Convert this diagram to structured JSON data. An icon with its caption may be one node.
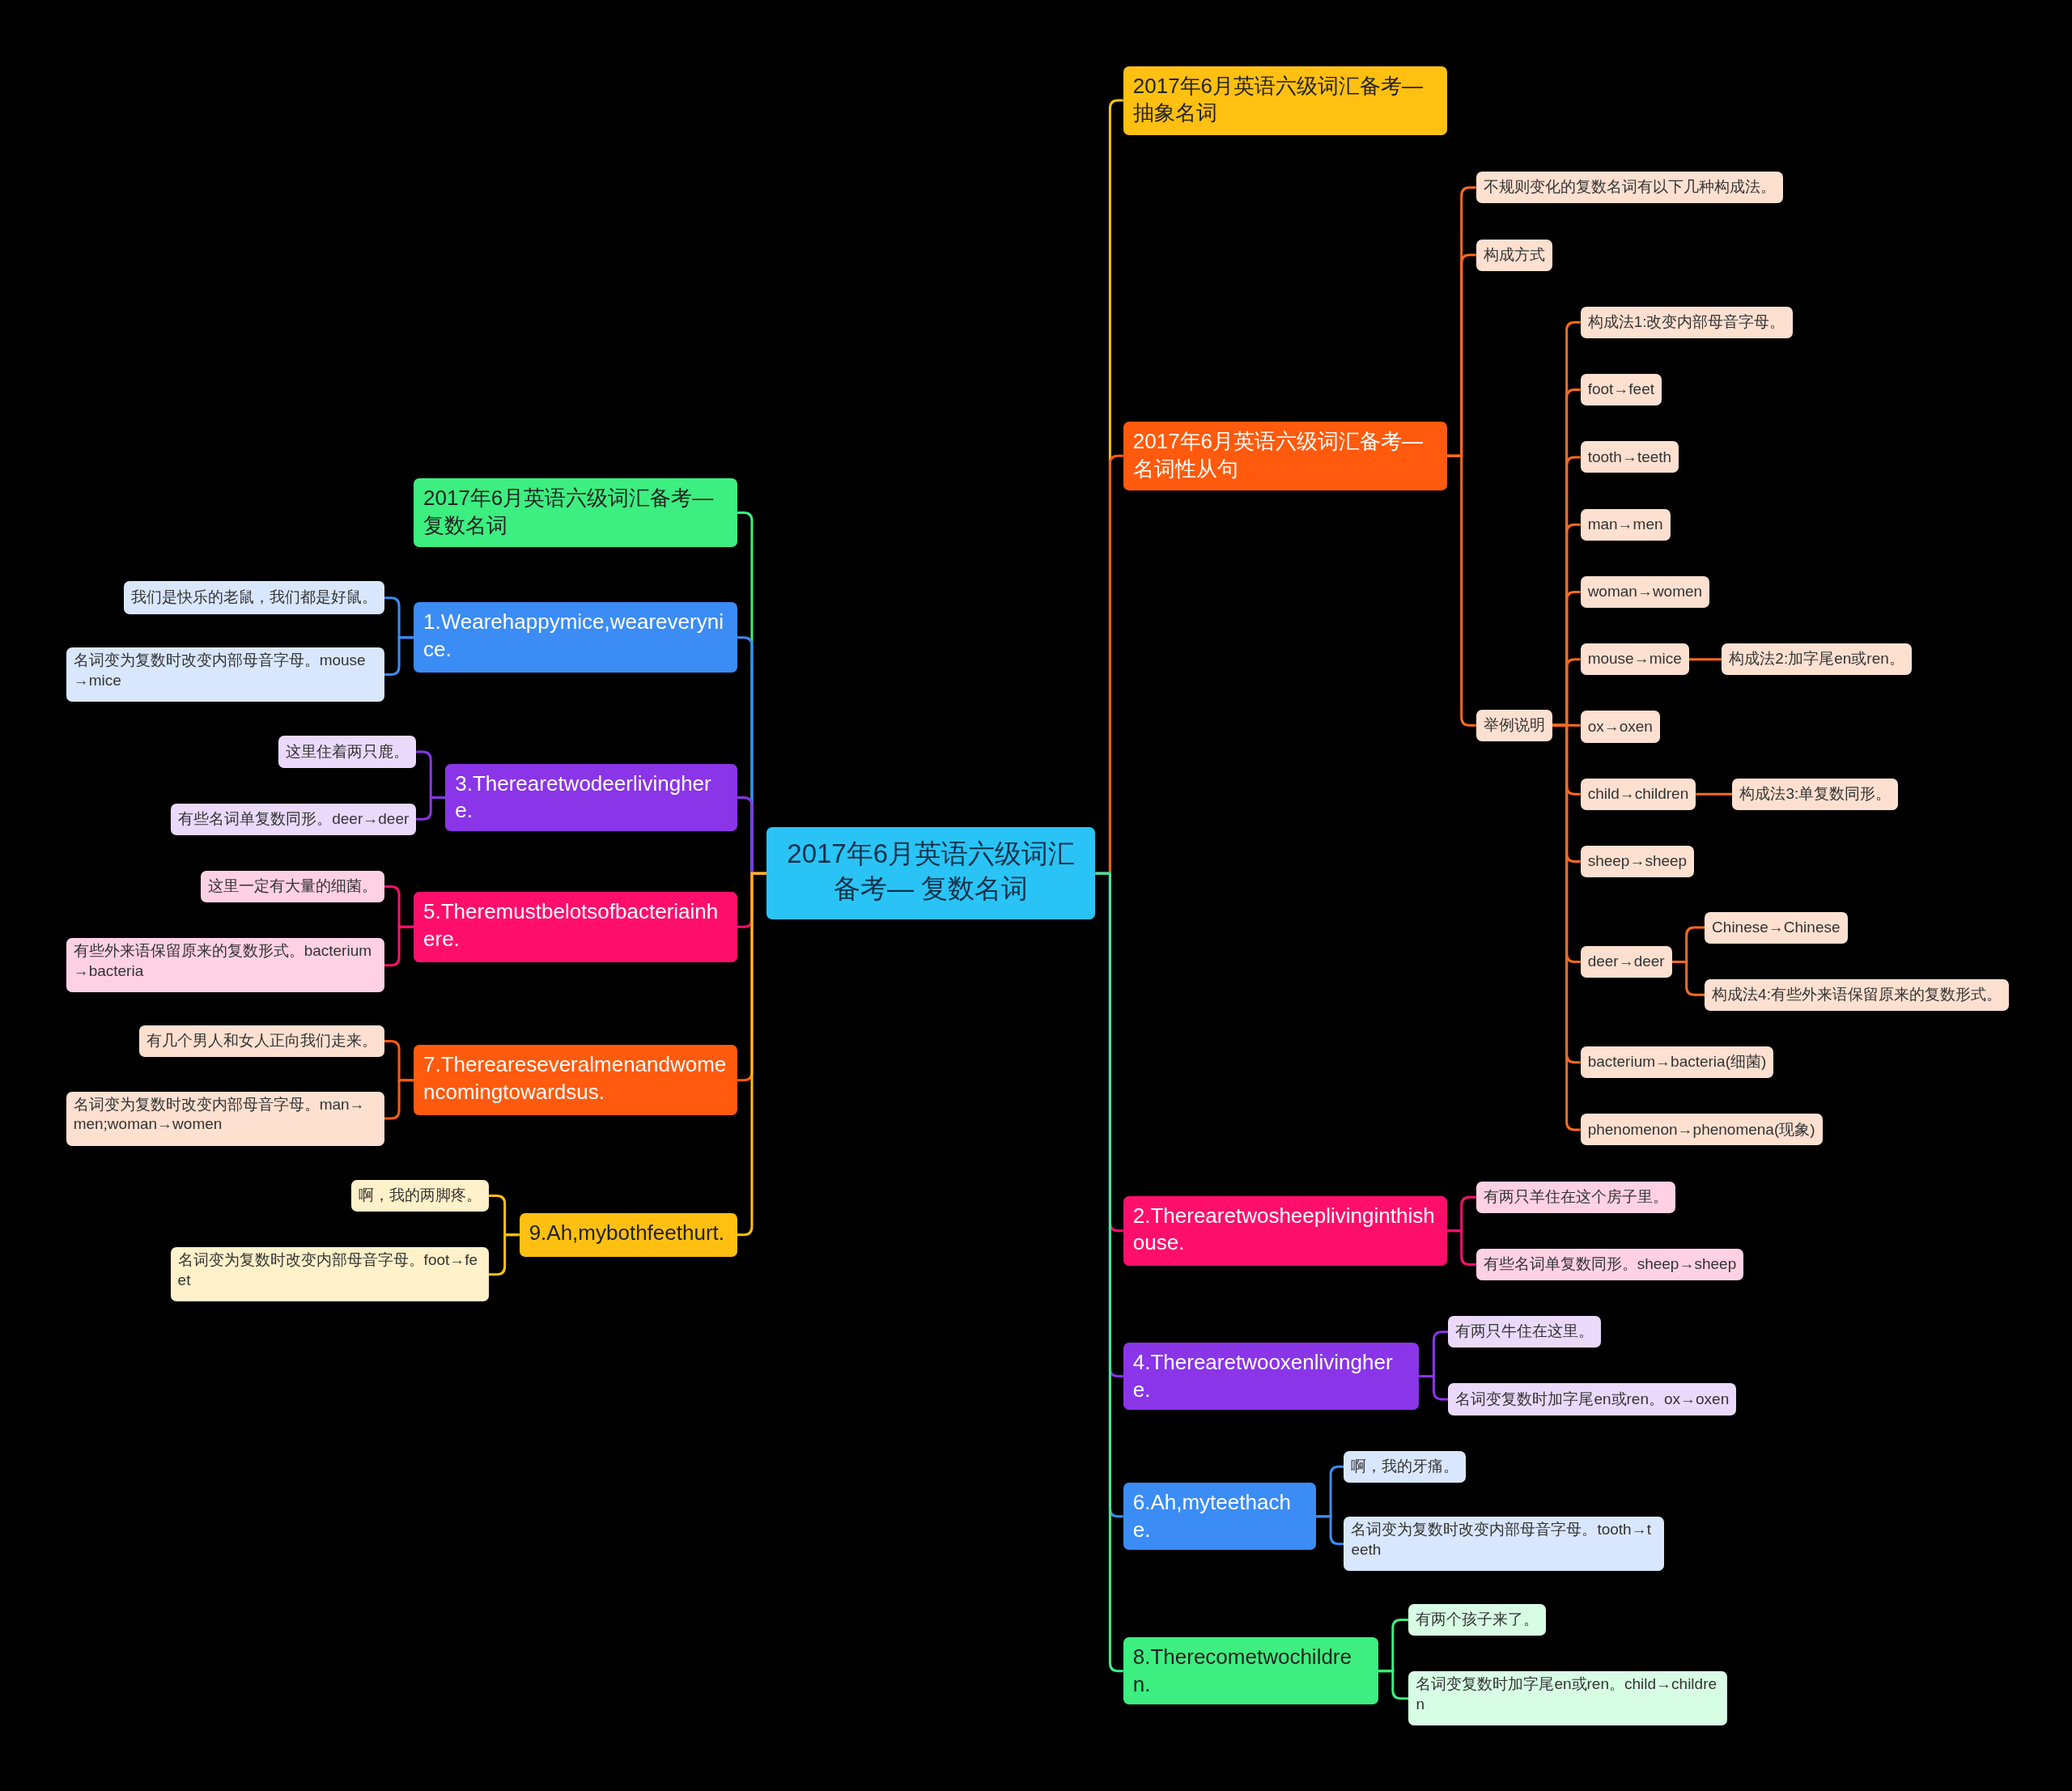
{
  "diagram": {
    "nodes": [
      {
        "text": [
          "2017年6月英语六级词汇备考— 复数名词"
        ]
      },
      {
        "text": [
          "2017年6月英语六级词汇备考—抽象名词"
        ]
      },
      {
        "text": [
          "2017年6月英语六级词汇备考—名词性从句"
        ]
      },
      {
        "text": [
          "不规则变化的复数名词有以下几种构成法。"
        ]
      },
      {
        "text": [
          "构成方式"
        ]
      },
      {
        "text": [
          "举例说明"
        ]
      },
      {
        "text": [
          "构成法1:改变内部母音字母。"
        ]
      },
      {
        "text": [
          "foot→feet"
        ]
      },
      {
        "text": [
          "tooth→teeth"
        ]
      },
      {
        "text": [
          "man→men"
        ]
      },
      {
        "text": [
          "woman→women"
        ]
      },
      {
        "text": [
          "mouse→mice"
        ]
      },
      {
        "text": [
          "构成法2:加字尾en或ren。"
        ]
      },
      {
        "text": [
          "ox→oxen"
        ]
      },
      {
        "text": [
          "child→children"
        ]
      },
      {
        "text": [
          "构成法3:单复数同形。"
        ]
      },
      {
        "text": [
          "sheep→sheep"
        ]
      },
      {
        "text": [
          "deer→deer"
        ]
      },
      {
        "text": [
          "Chinese→Chinese"
        ]
      },
      {
        "text": [
          "构成法4:有些外来语保留原来的复数形式。"
        ]
      },
      {
        "text": [
          "bacterium→bacteria(细菌)"
        ]
      },
      {
        "text": [
          "phenomenon→phenomena(现象)"
        ]
      },
      {
        "text": [
          "2.Therearetwosheeplivinginthishouse."
        ]
      },
      {
        "text": [
          "有两只羊住在这个房子里。"
        ]
      },
      {
        "text": [
          "有些名词单复数同形。sheep→sheep"
        ]
      },
      {
        "text": [
          "4.Therearetwooxenlivinghere."
        ]
      },
      {
        "text": [
          "有两只牛住在这里。"
        ]
      },
      {
        "text": [
          "名词变复数时加字尾en或ren。ox→oxen"
        ]
      },
      {
        "text": [
          "6.Ah,myteethache."
        ]
      },
      {
        "text": [
          "啊，我的牙痛。"
        ]
      },
      {
        "text": [
          "名词变为复数时改变内部母音字母。tooth→teeth"
        ]
      },
      {
        "text": [
          "8.Therecometwochildren."
        ]
      },
      {
        "text": [
          "有两个孩子来了。"
        ]
      },
      {
        "text": [
          "名词变复数时加字尾en或ren。child→children"
        ]
      },
      {
        "text": [
          "2017年6月英语六级词汇备考—复数名词"
        ]
      },
      {
        "text": [
          "1.Wearehappymice,weareverynice."
        ]
      },
      {
        "text": [
          "我们是快乐的老鼠，我们都是好鼠。"
        ]
      },
      {
        "text": [
          "名词变为复数时改变内部母音字母。mouse→mice"
        ]
      },
      {
        "text": [
          "3.Therearetwodeerlivinghere."
        ]
      },
      {
        "text": [
          "这里住着两只鹿。"
        ]
      },
      {
        "text": [
          "有些名词单复数同形。deer→deer"
        ]
      },
      {
        "text": [
          "5.Theremustbelotsofbacteriainhere."
        ]
      },
      {
        "text": [
          "这里一定有大量的细菌。"
        ]
      },
      {
        "text": [
          "有些外来语保留原来的复数形式。bacterium→bacteria"
        ]
      },
      {
        "text": [
          "7.Thereareseveralmenandwomencomingtowardsus."
        ]
      },
      {
        "text": [
          "有几个男人和女人正向我们走来。"
        ]
      },
      {
        "text": [
          "名词变为复数时改变内部母音字母。man→men;woman→women"
        ]
      },
      {
        "text": [
          "9.Ah,mybothfeethurt."
        ]
      },
      {
        "text": [
          "啊，我的两脚疼。"
        ]
      },
      {
        "text": [
          "名词变为复数时改变内部母音字母。foot→feet"
        ]
      }
    ],
    "edges": [
      {
        "from": 0,
        "to": 1,
        "arrow": "none",
        "color": "#ffc012"
      },
      {
        "from": 0,
        "to": 2,
        "arrow": "none",
        "color": "#ff5a0d"
      },
      {
        "from": 2,
        "to": 3,
        "arrow": "none",
        "color": "#ff6a1e"
      },
      {
        "from": 2,
        "to": 4,
        "arrow": "none",
        "color": "#ff6a1e"
      },
      {
        "from": 2,
        "to": 5,
        "arrow": "none",
        "color": "#ff6a1e"
      },
      {
        "from": 5,
        "to": 6,
        "arrow": "none",
        "color": "#ff6a1e"
      },
      {
        "from": 5,
        "to": 7,
        "arrow": "none",
        "color": "#ff6a1e"
      },
      {
        "from": 5,
        "to": 8,
        "arrow": "none",
        "color": "#ff6a1e"
      },
      {
        "from": 5,
        "to": 9,
        "arrow": "none",
        "color": "#ff6a1e"
      },
      {
        "from": 5,
        "to": 10,
        "arrow": "none",
        "color": "#ff6a1e"
      },
      {
        "from": 5,
        "to": 11,
        "arrow": "none",
        "color": "#ff6a1e"
      },
      {
        "from": 11,
        "to": 12,
        "arrow": "none",
        "color": "#ff6a1e"
      },
      {
        "from": 5,
        "to": 13,
        "arrow": "none",
        "color": "#ff6a1e"
      },
      {
        "from": 5,
        "to": 14,
        "arrow": "none",
        "color": "#ff6a1e"
      },
      {
        "from": 14,
        "to": 15,
        "arrow": "none",
        "color": "#ff6a1e"
      },
      {
        "from": 5,
        "to": 16,
        "arrow": "none",
        "color": "#ff6a1e"
      },
      {
        "from": 5,
        "to": 17,
        "arrow": "none",
        "color": "#ff6a1e"
      },
      {
        "from": 17,
        "to": 18,
        "arrow": "none",
        "color": "#ff6a1e"
      },
      {
        "from": 17,
        "to": 19,
        "arrow": "none",
        "color": "#ff6a1e"
      },
      {
        "from": 5,
        "to": 20,
        "arrow": "none",
        "color": "#ff6a1e"
      },
      {
        "from": 5,
        "to": 21,
        "arrow": "none",
        "color": "#ff6a1e"
      },
      {
        "from": 0,
        "to": 22,
        "arrow": "none",
        "color": "#ff0f6b"
      },
      {
        "from": 22,
        "to": 23,
        "arrow": "none",
        "color": "#ff0f6b"
      },
      {
        "from": 22,
        "to": 24,
        "arrow": "none",
        "color": "#ff0f6b"
      },
      {
        "from": 0,
        "to": 25,
        "arrow": "none",
        "color": "#8a35e8"
      },
      {
        "from": 25,
        "to": 26,
        "arrow": "none",
        "color": "#8a35e8"
      },
      {
        "from": 25,
        "to": 27,
        "arrow": "none",
        "color": "#8a35e8"
      },
      {
        "from": 0,
        "to": 28,
        "arrow": "none",
        "color": "#3b8cf5"
      },
      {
        "from": 28,
        "to": 29,
        "arrow": "none",
        "color": "#3b8cf5"
      },
      {
        "from": 28,
        "to": 30,
        "arrow": "none",
        "color": "#3b8cf5"
      },
      {
        "from": 0,
        "to": 31,
        "arrow": "none",
        "color": "#3cef80"
      },
      {
        "from": 31,
        "to": 32,
        "arrow": "none",
        "color": "#3cef80"
      },
      {
        "from": 31,
        "to": 33,
        "arrow": "none",
        "color": "#3cef80"
      },
      {
        "from": 0,
        "to": 34,
        "arrow": "none",
        "color": "#3cef80"
      },
      {
        "from": 0,
        "to": 35,
        "arrow": "none",
        "color": "#3b8cf5"
      },
      {
        "from": 35,
        "to": 36,
        "arrow": "none",
        "color": "#3b8cf5"
      },
      {
        "from": 35,
        "to": 37,
        "arrow": "none",
        "color": "#3b8cf5"
      },
      {
        "from": 0,
        "to": 38,
        "arrow": "none",
        "color": "#8a35e8"
      },
      {
        "from": 38,
        "to": 39,
        "arrow": "none",
        "color": "#8a35e8"
      },
      {
        "from": 38,
        "to": 40,
        "arrow": "none",
        "color": "#8a35e8"
      },
      {
        "from": 0,
        "to": 41,
        "arrow": "none",
        "color": "#ff0f6b"
      },
      {
        "from": 41,
        "to": 42,
        "arrow": "none",
        "color": "#ff0f6b"
      },
      {
        "from": 41,
        "to": 43,
        "arrow": "none",
        "color": "#ff0f6b"
      },
      {
        "from": 0,
        "to": 44,
        "arrow": "none",
        "color": "#ff5a0d"
      },
      {
        "from": 44,
        "to": 45,
        "arrow": "none",
        "color": "#ff5a0d"
      },
      {
        "from": 44,
        "to": 46,
        "arrow": "none",
        "color": "#ff5a0d"
      },
      {
        "from": 0,
        "to": 47,
        "arrow": "none",
        "color": "#ffc012"
      },
      {
        "from": 47,
        "to": 48,
        "arrow": "none",
        "color": "#ffc012"
      },
      {
        "from": 47,
        "to": 49,
        "arrow": "none",
        "color": "#ffc012"
      }
    ]
  }
}
